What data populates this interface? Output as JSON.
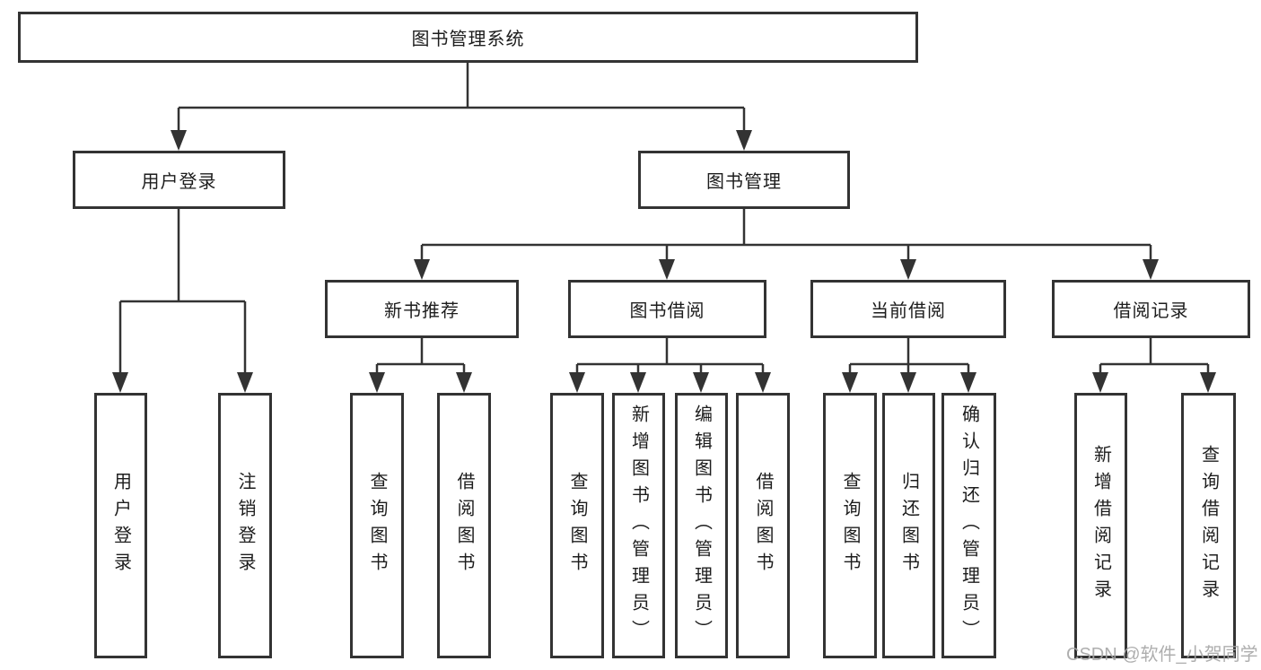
{
  "diagram_title": "图书管理系统",
  "nodes": {
    "root": {
      "label": "图书管理系统"
    },
    "level2": [
      {
        "label": "用户登录"
      },
      {
        "label": "图书管理"
      }
    ],
    "level3": [
      {
        "label": "新书推荐",
        "parent": "图书管理"
      },
      {
        "label": "图书借阅",
        "parent": "图书管理"
      },
      {
        "label": "当前借阅",
        "parent": "图书管理"
      },
      {
        "label": "借阅记录",
        "parent": "图书管理"
      }
    ],
    "leaves": [
      {
        "label": "用户登录",
        "parent": "用户登录"
      },
      {
        "label": "注销登录",
        "parent": "用户登录"
      },
      {
        "label": "查询图书",
        "parent": "新书推荐"
      },
      {
        "label": "借阅图书",
        "parent": "新书推荐"
      },
      {
        "label": "查询图书",
        "parent": "图书借阅"
      },
      {
        "label": "新增图书（管理员）",
        "parent": "图书借阅"
      },
      {
        "label": "编辑图书（管理员）",
        "parent": "图书借阅"
      },
      {
        "label": "借阅图书",
        "parent": "图书借阅"
      },
      {
        "label": "查询图书",
        "parent": "当前借阅"
      },
      {
        "label": "归还图书",
        "parent": "当前借阅"
      },
      {
        "label": "确认归还（管理员）",
        "parent": "当前借阅"
      },
      {
        "label": "新增借阅记录",
        "parent": "借阅记录"
      },
      {
        "label": "查询借阅记录",
        "parent": "借阅记录"
      }
    ]
  },
  "watermark": {
    "text": "CSDN @软件_小贺同学"
  },
  "colors": {
    "stroke": "#333333",
    "text": "#1d1d1d",
    "watermark": "#a6a6a6",
    "background": "#ffffff"
  }
}
